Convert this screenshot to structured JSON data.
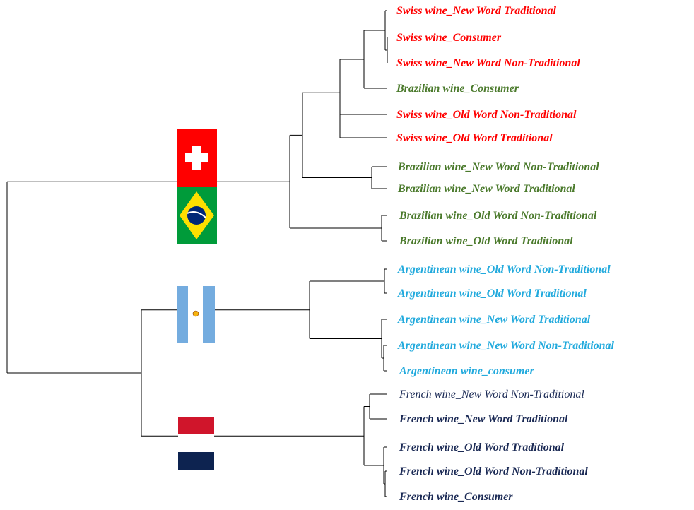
{
  "colors": {
    "swiss": "#ff0000",
    "brazil": "#4b7a2c",
    "argentina": "#22aadd",
    "france": "#1b2a55",
    "line": "#000000"
  },
  "leaves": [
    {
      "label": "Swiss wine_New Word Traditional",
      "group": "swiss",
      "bold": true
    },
    {
      "label": "Swiss wine_Consumer",
      "group": "swiss",
      "bold": true
    },
    {
      "label": "Swiss wine_New Word Non-Traditional",
      "group": "swiss",
      "bold": true
    },
    {
      "label": "Brazilian wine_Consumer",
      "group": "brazil",
      "bold": true
    },
    {
      "label": "Swiss wine_Old Word Non-Traditional",
      "group": "swiss",
      "bold": true
    },
    {
      "label": "Swiss wine_Old Word Traditional",
      "group": "swiss",
      "bold": true
    },
    {
      "label": "Brazilian wine_New Word Non-Traditional",
      "group": "brazil",
      "bold": true
    },
    {
      "label": "Brazilian wine_New Word Traditional",
      "group": "brazil",
      "bold": true
    },
    {
      "label": "Brazilian wine_Old Word Non-Traditional",
      "group": "brazil",
      "bold": true
    },
    {
      "label": "Brazilian wine_Old Word Traditional",
      "group": "brazil",
      "bold": true
    },
    {
      "label": "Argentinean wine_Old Word Non-Traditional",
      "group": "argentina",
      "bold": true
    },
    {
      "label": "Argentinean wine_Old Word Traditional",
      "group": "argentina",
      "bold": true
    },
    {
      "label": "Argentinean wine_New Word Traditional",
      "group": "argentina",
      "bold": true
    },
    {
      "label": "Argentinean wine_New Word Non-Traditional",
      "group": "argentina",
      "bold": true
    },
    {
      "label": "Argentinean wine_consumer",
      "group": "argentina",
      "bold": true
    },
    {
      "label": "French wine_New Word Non-Traditional",
      "group": "france",
      "bold": false
    },
    {
      "label": "French wine_New Word Traditional",
      "group": "france",
      "bold": true
    },
    {
      "label": "French wine_Old Word Traditional",
      "group": "france",
      "bold": true
    },
    {
      "label": "French wine_Old Word Non-Traditional",
      "group": "france",
      "bold": true
    },
    {
      "label": "French wine_Consumer",
      "group": "france",
      "bold": true
    }
  ],
  "flags": [
    {
      "name": "swiss-flag"
    },
    {
      "name": "brazil-flag"
    },
    {
      "name": "argentina-flag"
    },
    {
      "name": "france-flag"
    }
  ]
}
